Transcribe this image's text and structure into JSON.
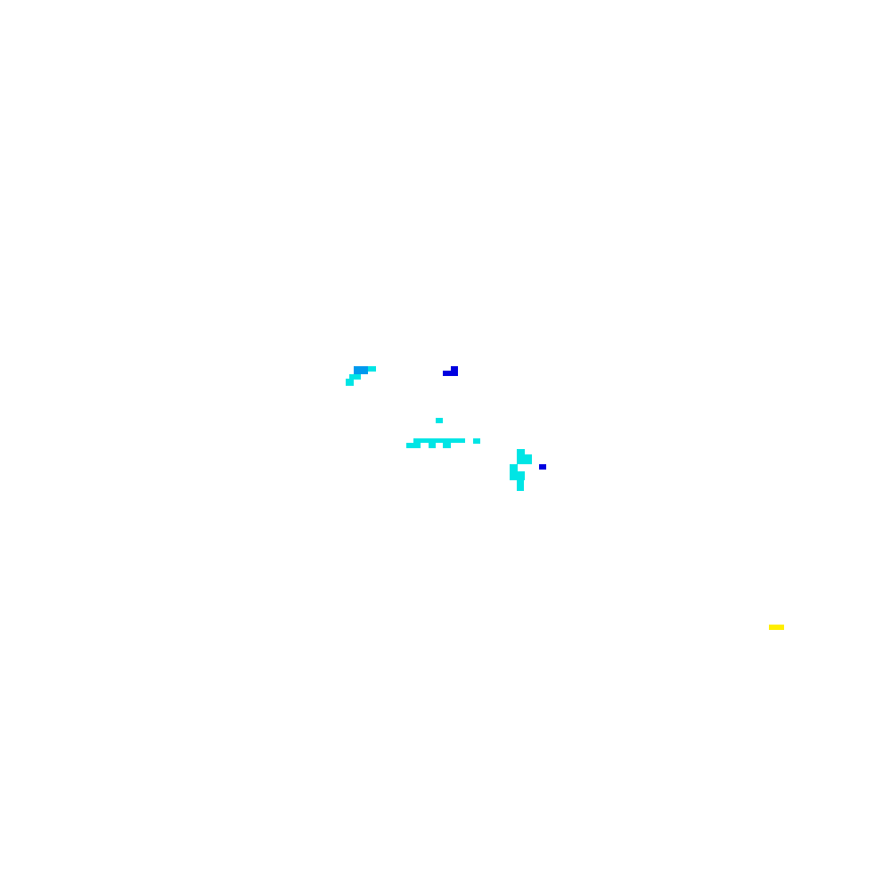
{
  "palette": {
    "background": "#ffffff",
    "cyan": "#00e5e5",
    "light_blue": "#0099ee",
    "dark_blue": "#0000e0",
    "yellow": "#ffee00"
  },
  "marks": [
    {
      "name": "streak-light-blue",
      "color": "light_blue"
    },
    {
      "name": "streak-cyan",
      "color": "cyan"
    },
    {
      "name": "blue-pixels-top",
      "color": "dark_blue"
    },
    {
      "name": "cyan-line",
      "color": "cyan"
    },
    {
      "name": "cyan-blob",
      "color": "cyan"
    },
    {
      "name": "blue-dot",
      "color": "dark_blue"
    },
    {
      "name": "yellow-dash",
      "color": "yellow"
    }
  ]
}
